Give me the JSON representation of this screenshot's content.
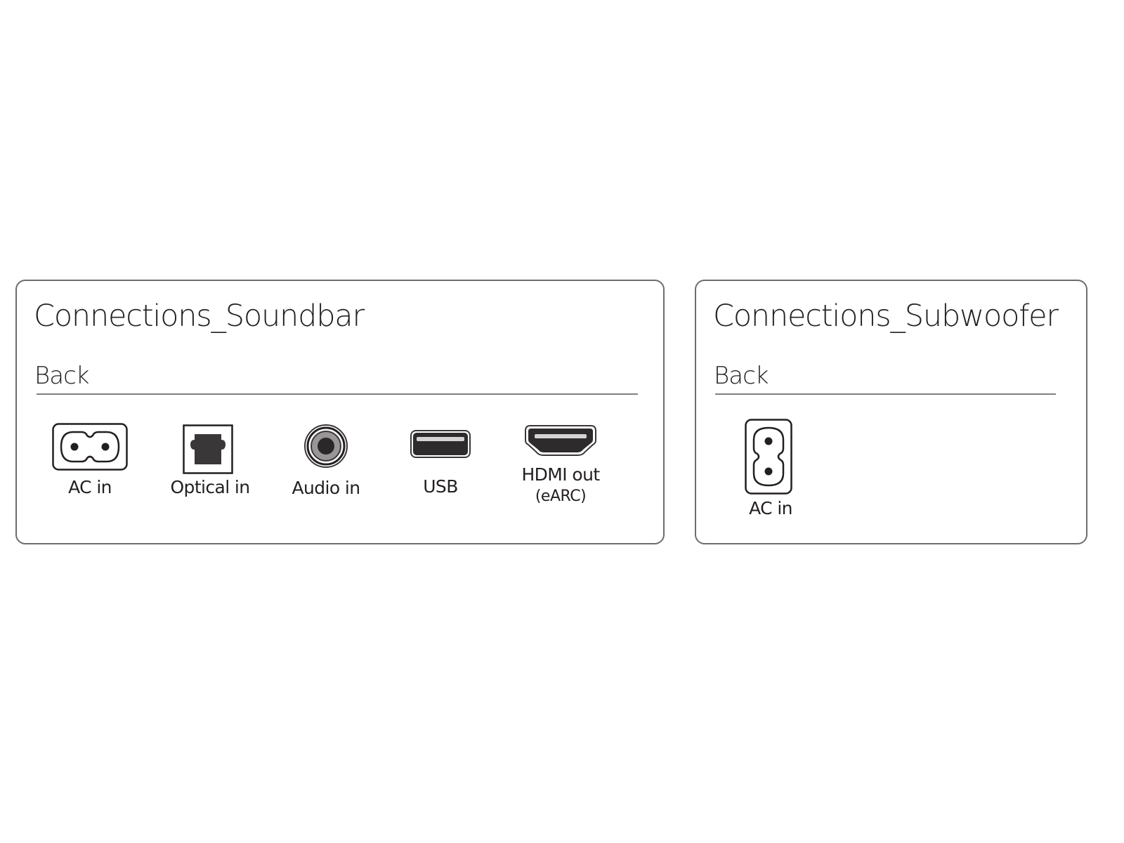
{
  "panels": {
    "soundbar": {
      "title": "Connections_Soundbar",
      "section": "Back",
      "ports": [
        {
          "id": "ac-in",
          "icon": "ac-power-socket-icon",
          "label": "AC in"
        },
        {
          "id": "optical-in",
          "icon": "optical-toslink-icon",
          "label": "Optical in"
        },
        {
          "id": "audio-in",
          "icon": "audio-jack-icon",
          "label": "Audio in"
        },
        {
          "id": "usb",
          "icon": "usb-port-icon",
          "label": "USB"
        },
        {
          "id": "hdmi-out",
          "icon": "hdmi-port-icon",
          "label": "HDMI out",
          "sublabel": "(eARC)"
        }
      ]
    },
    "subwoofer": {
      "title": "Connections_Subwoofer",
      "section": "Back",
      "ports": [
        {
          "id": "ac-in",
          "icon": "ac-power-socket-icon",
          "label": "AC in"
        }
      ]
    }
  },
  "colors": {
    "border": "#6d6d6d",
    "divider": "#808080",
    "text": "#231f20",
    "port_fill": "#3a3738"
  }
}
